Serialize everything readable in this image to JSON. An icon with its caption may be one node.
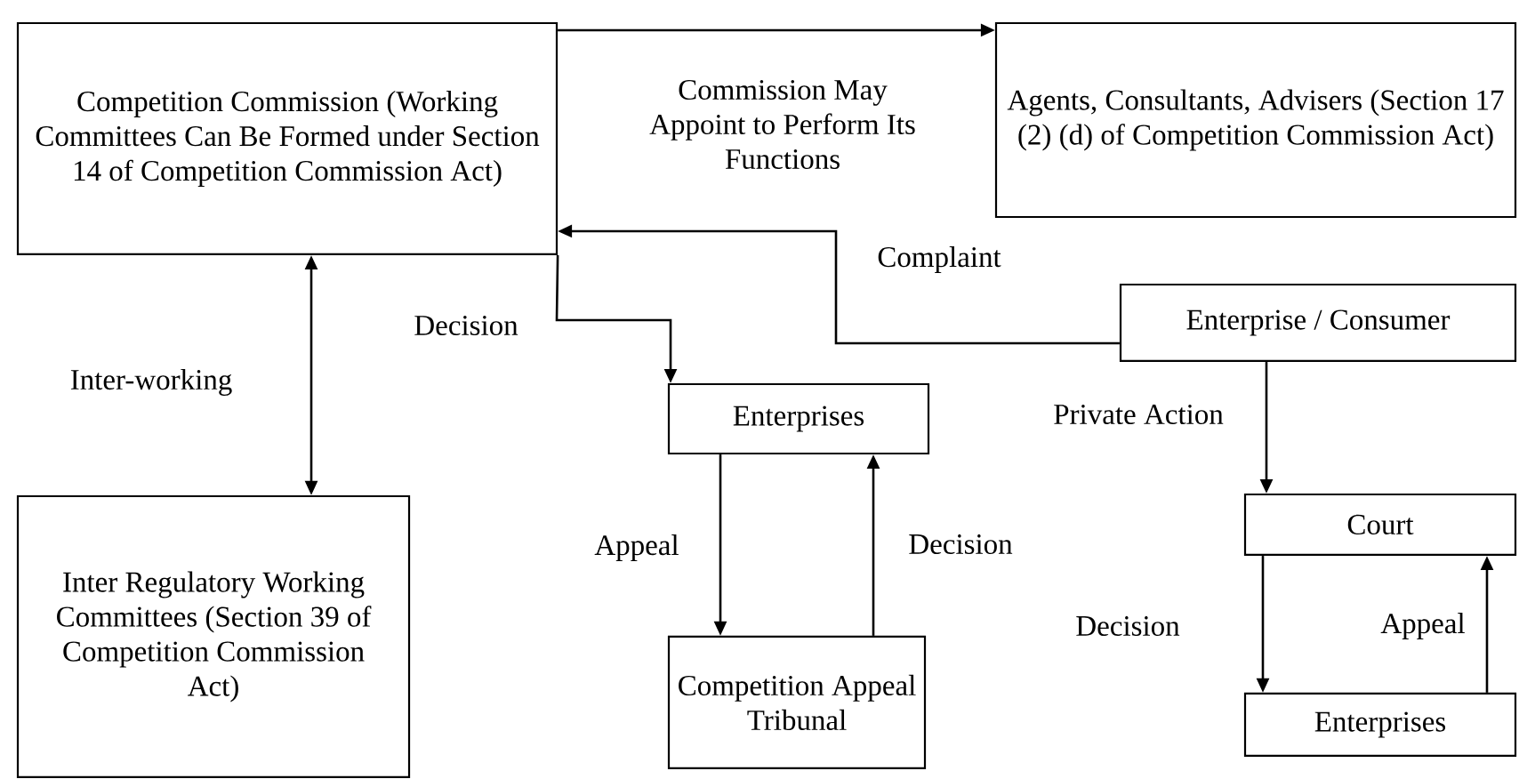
{
  "diagram": {
    "nodes": [
      {
        "text": [
          "Competition Commission (Working Committees Can Be Formed under Section 14 of Competition Commission Act)"
        ]
      },
      {
        "text": [
          "Agents, Consultants, Advisers (Section 17 (2) (d) of Competition Commission Act)"
        ]
      },
      {
        "text": [
          "Enterprise / Consumer"
        ]
      },
      {
        "text": [
          "Enterprises"
        ]
      },
      {
        "text": [
          "Inter Regulatory Working Committees (Section 39 of Competition Commission Act)"
        ]
      },
      {
        "text": [
          "Court"
        ]
      },
      {
        "text": [
          "Competition Appeal Tribunal"
        ]
      },
      {
        "text": [
          "Enterprises"
        ]
      }
    ],
    "edges": [
      {
        "from": 0,
        "to": 1,
        "arrow": "to",
        "label": "Commission May Appoint to Perform Its Functions"
      },
      {
        "from": 2,
        "to": 0,
        "arrow": "to",
        "label": "Complaint"
      },
      {
        "from": 0,
        "to": 3,
        "arrow": "to",
        "label": "Decision"
      },
      {
        "from": 0,
        "to": 4,
        "arrow": "both",
        "label": "Inter-working"
      },
      {
        "from": 3,
        "to": 6,
        "arrow": "to",
        "label": "Appeal"
      },
      {
        "from": 6,
        "to": 3,
        "arrow": "to",
        "label": "Decision"
      },
      {
        "from": 2,
        "to": 5,
        "arrow": "to",
        "label": "Private Action"
      },
      {
        "from": 5,
        "to": 7,
        "arrow": "to",
        "label": "Decision"
      },
      {
        "from": 7,
        "to": 5,
        "arrow": "to",
        "label": "Appeal"
      }
    ]
  }
}
